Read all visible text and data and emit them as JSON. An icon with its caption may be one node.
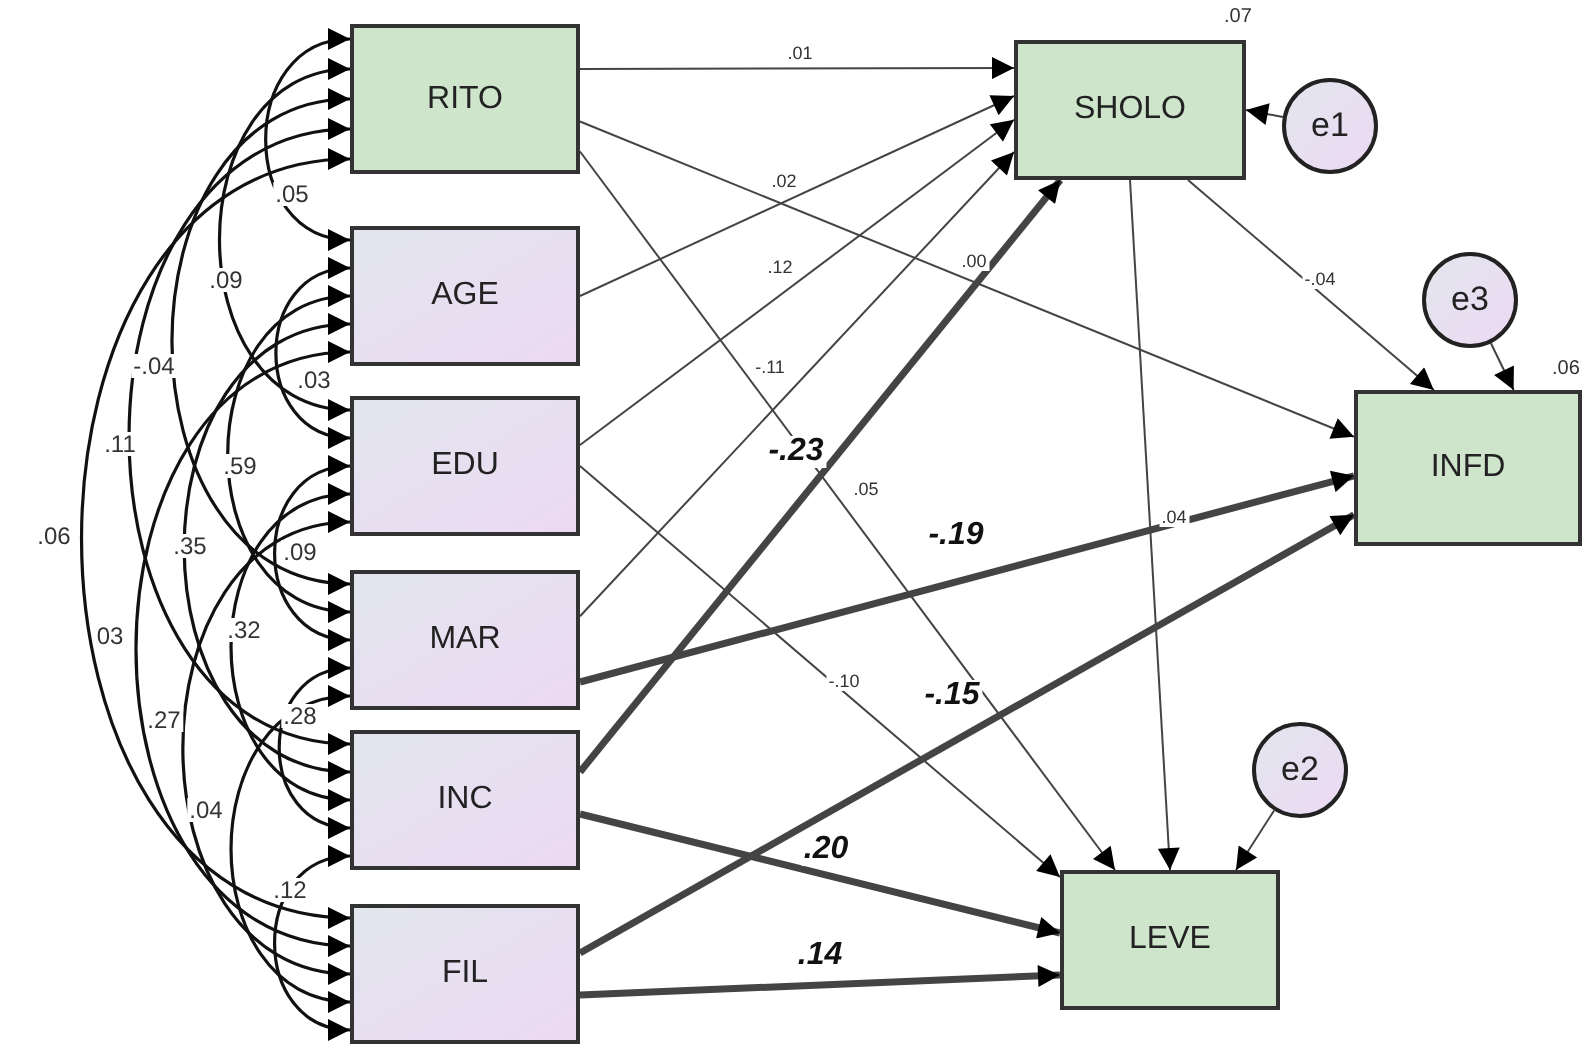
{
  "diagram": {
    "nodes": [
      {
        "text": [
          "RITO"
        ]
      },
      {
        "text": [
          "AGE"
        ]
      },
      {
        "text": [
          "EDU"
        ]
      },
      {
        "text": [
          "MAR"
        ]
      },
      {
        "text": [
          "INC"
        ]
      },
      {
        "text": [
          "FIL"
        ]
      },
      {
        "text": [
          "SHOLO"
        ],
        "beside": [
          ".07"
        ]
      },
      {
        "text": [
          "INFD"
        ],
        "beside": [
          ".06"
        ]
      },
      {
        "text": [
          "LEVE"
        ]
      },
      {
        "text": [
          "e1"
        ]
      },
      {
        "text": [
          "e3"
        ]
      },
      {
        "text": [
          "e2"
        ]
      }
    ],
    "edges": [
      {
        "from": 0,
        "to": 6,
        "arrow": "to",
        "label": ".01"
      },
      {
        "from": 0,
        "to": 7,
        "arrow": "to",
        "label": ".00"
      },
      {
        "from": 0,
        "to": 8,
        "arrow": "to",
        "label": ".05"
      },
      {
        "from": 1,
        "to": 6,
        "arrow": "to",
        "label": ".02"
      },
      {
        "from": 2,
        "to": 6,
        "arrow": "to",
        "label": ".12"
      },
      {
        "from": 2,
        "to": 8,
        "arrow": "to",
        "label": "-.10"
      },
      {
        "from": 3,
        "to": 6,
        "arrow": "to",
        "label": "-.11"
      },
      {
        "from": 3,
        "to": 7,
        "arrow": "to",
        "label": "-.19",
        "style": "thick"
      },
      {
        "from": 4,
        "to": 6,
        "arrow": "to",
        "label": "-.23",
        "style": "thick"
      },
      {
        "from": 4,
        "to": 8,
        "arrow": "to",
        "label": ".20",
        "style": "thick"
      },
      {
        "from": 5,
        "to": 7,
        "arrow": "to",
        "label": "-.15",
        "style": "thick"
      },
      {
        "from": 5,
        "to": 8,
        "arrow": "to",
        "label": ".14",
        "style": "thick"
      },
      {
        "from": 6,
        "to": 7,
        "arrow": "to",
        "label": "-.04"
      },
      {
        "from": 6,
        "to": 8,
        "arrow": "to",
        "label": ".04"
      },
      {
        "from": 9,
        "to": 6,
        "arrow": "to"
      },
      {
        "from": 10,
        "to": 7,
        "arrow": "to"
      },
      {
        "from": 11,
        "to": 8,
        "arrow": "to"
      },
      {
        "from": 0,
        "to": 1,
        "arrow": "both",
        "label": ".05"
      },
      {
        "from": 0,
        "to": 2,
        "arrow": "both",
        "label": ".09"
      },
      {
        "from": 0,
        "to": 3,
        "arrow": "both",
        "label": "-.04"
      },
      {
        "from": 0,
        "to": 4,
        "arrow": "both",
        "label": ".11"
      },
      {
        "from": 0,
        "to": 5,
        "arrow": "both",
        "label": ".06"
      },
      {
        "from": 1,
        "to": 2,
        "arrow": "both",
        "label": ".03"
      },
      {
        "from": 1,
        "to": 3,
        "arrow": "both",
        "label": ".59"
      },
      {
        "from": 1,
        "to": 4,
        "arrow": "both",
        "label": ".35"
      },
      {
        "from": 1,
        "to": 5,
        "arrow": "both",
        "label": "03"
      },
      {
        "from": 2,
        "to": 3,
        "arrow": "both",
        "label": ".09"
      },
      {
        "from": 2,
        "to": 4,
        "arrow": "both",
        "label": ".32"
      },
      {
        "from": 2,
        "to": 5,
        "arrow": "both",
        "label": ".27"
      },
      {
        "from": 3,
        "to": 4,
        "arrow": "both",
        "label": ".28"
      },
      {
        "from": 3,
        "to": 5,
        "arrow": "both",
        "label": ".04"
      },
      {
        "from": 4,
        "to": 5,
        "arrow": "both",
        "label": ".12"
      }
    ]
  }
}
